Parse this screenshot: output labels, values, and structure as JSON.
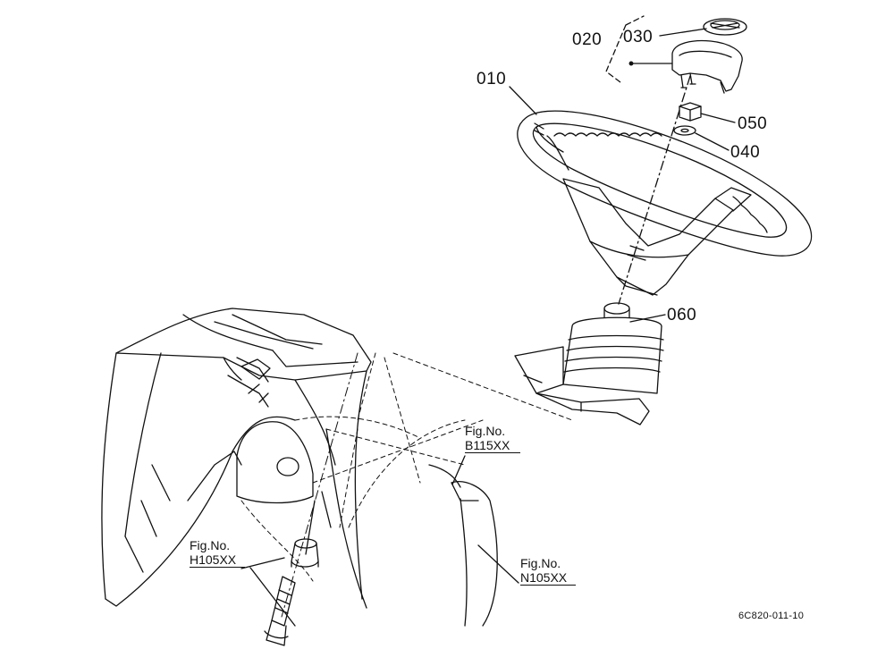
{
  "parts": [
    {
      "id": "p020",
      "label": "020"
    },
    {
      "id": "p030",
      "label": "030"
    },
    {
      "id": "p010",
      "label": "010"
    },
    {
      "id": "p050",
      "label": "050"
    },
    {
      "id": "p040",
      "label": "040"
    },
    {
      "id": "p060",
      "label": "060"
    }
  ],
  "figure_refs": [
    {
      "id": "b115",
      "prefix": "Fig.No.",
      "code": "B115XX"
    },
    {
      "id": "h105",
      "prefix": "Fig.No.",
      "code": "H105XX"
    },
    {
      "id": "n105",
      "prefix": "Fig.No.",
      "code": "N105XX"
    }
  ],
  "drawing_code": "6C820-011-10"
}
